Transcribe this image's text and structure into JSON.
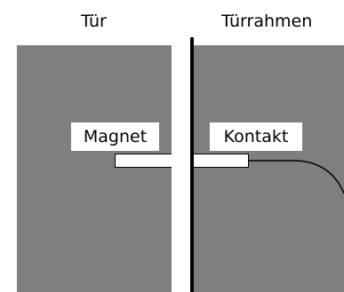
{
  "headings": {
    "door": "Tür",
    "frame": "Türrahmen"
  },
  "labels": {
    "magnet": "Magnet",
    "contact": "Kontakt"
  },
  "colors": {
    "panel": "#7f7f7f",
    "frame_edge": "#000000",
    "background": "#ffffff",
    "wire": "#000000"
  }
}
